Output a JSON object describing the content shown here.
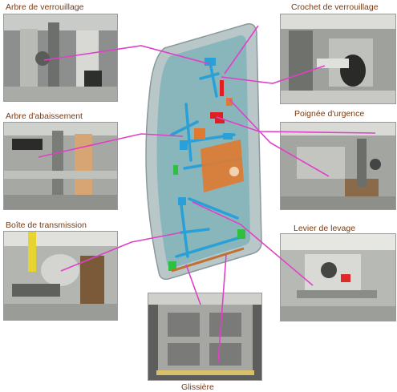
{
  "callouts": {
    "locking_shaft": "Arbre de verrouillage",
    "locking_hook": "Crochet de verrouillage",
    "lowering_shaft": "Arbre d'abaissement",
    "emergency_handle": "Poignée d'urgence",
    "gearbox": "Boîte de transmission",
    "lift_lever": "Levier de levage",
    "slide": "Glissière"
  },
  "colors": {
    "label_text": "#7a3a10",
    "leader_line": "#e040c8",
    "door_frame": "#b9c7c9",
    "door_panel": "#7fb3b8",
    "mechanism_blue": "#2aa0d8",
    "mechanism_orange": "#e07a30",
    "mechanism_red": "#e02020",
    "mechanism_green": "#30c040"
  }
}
